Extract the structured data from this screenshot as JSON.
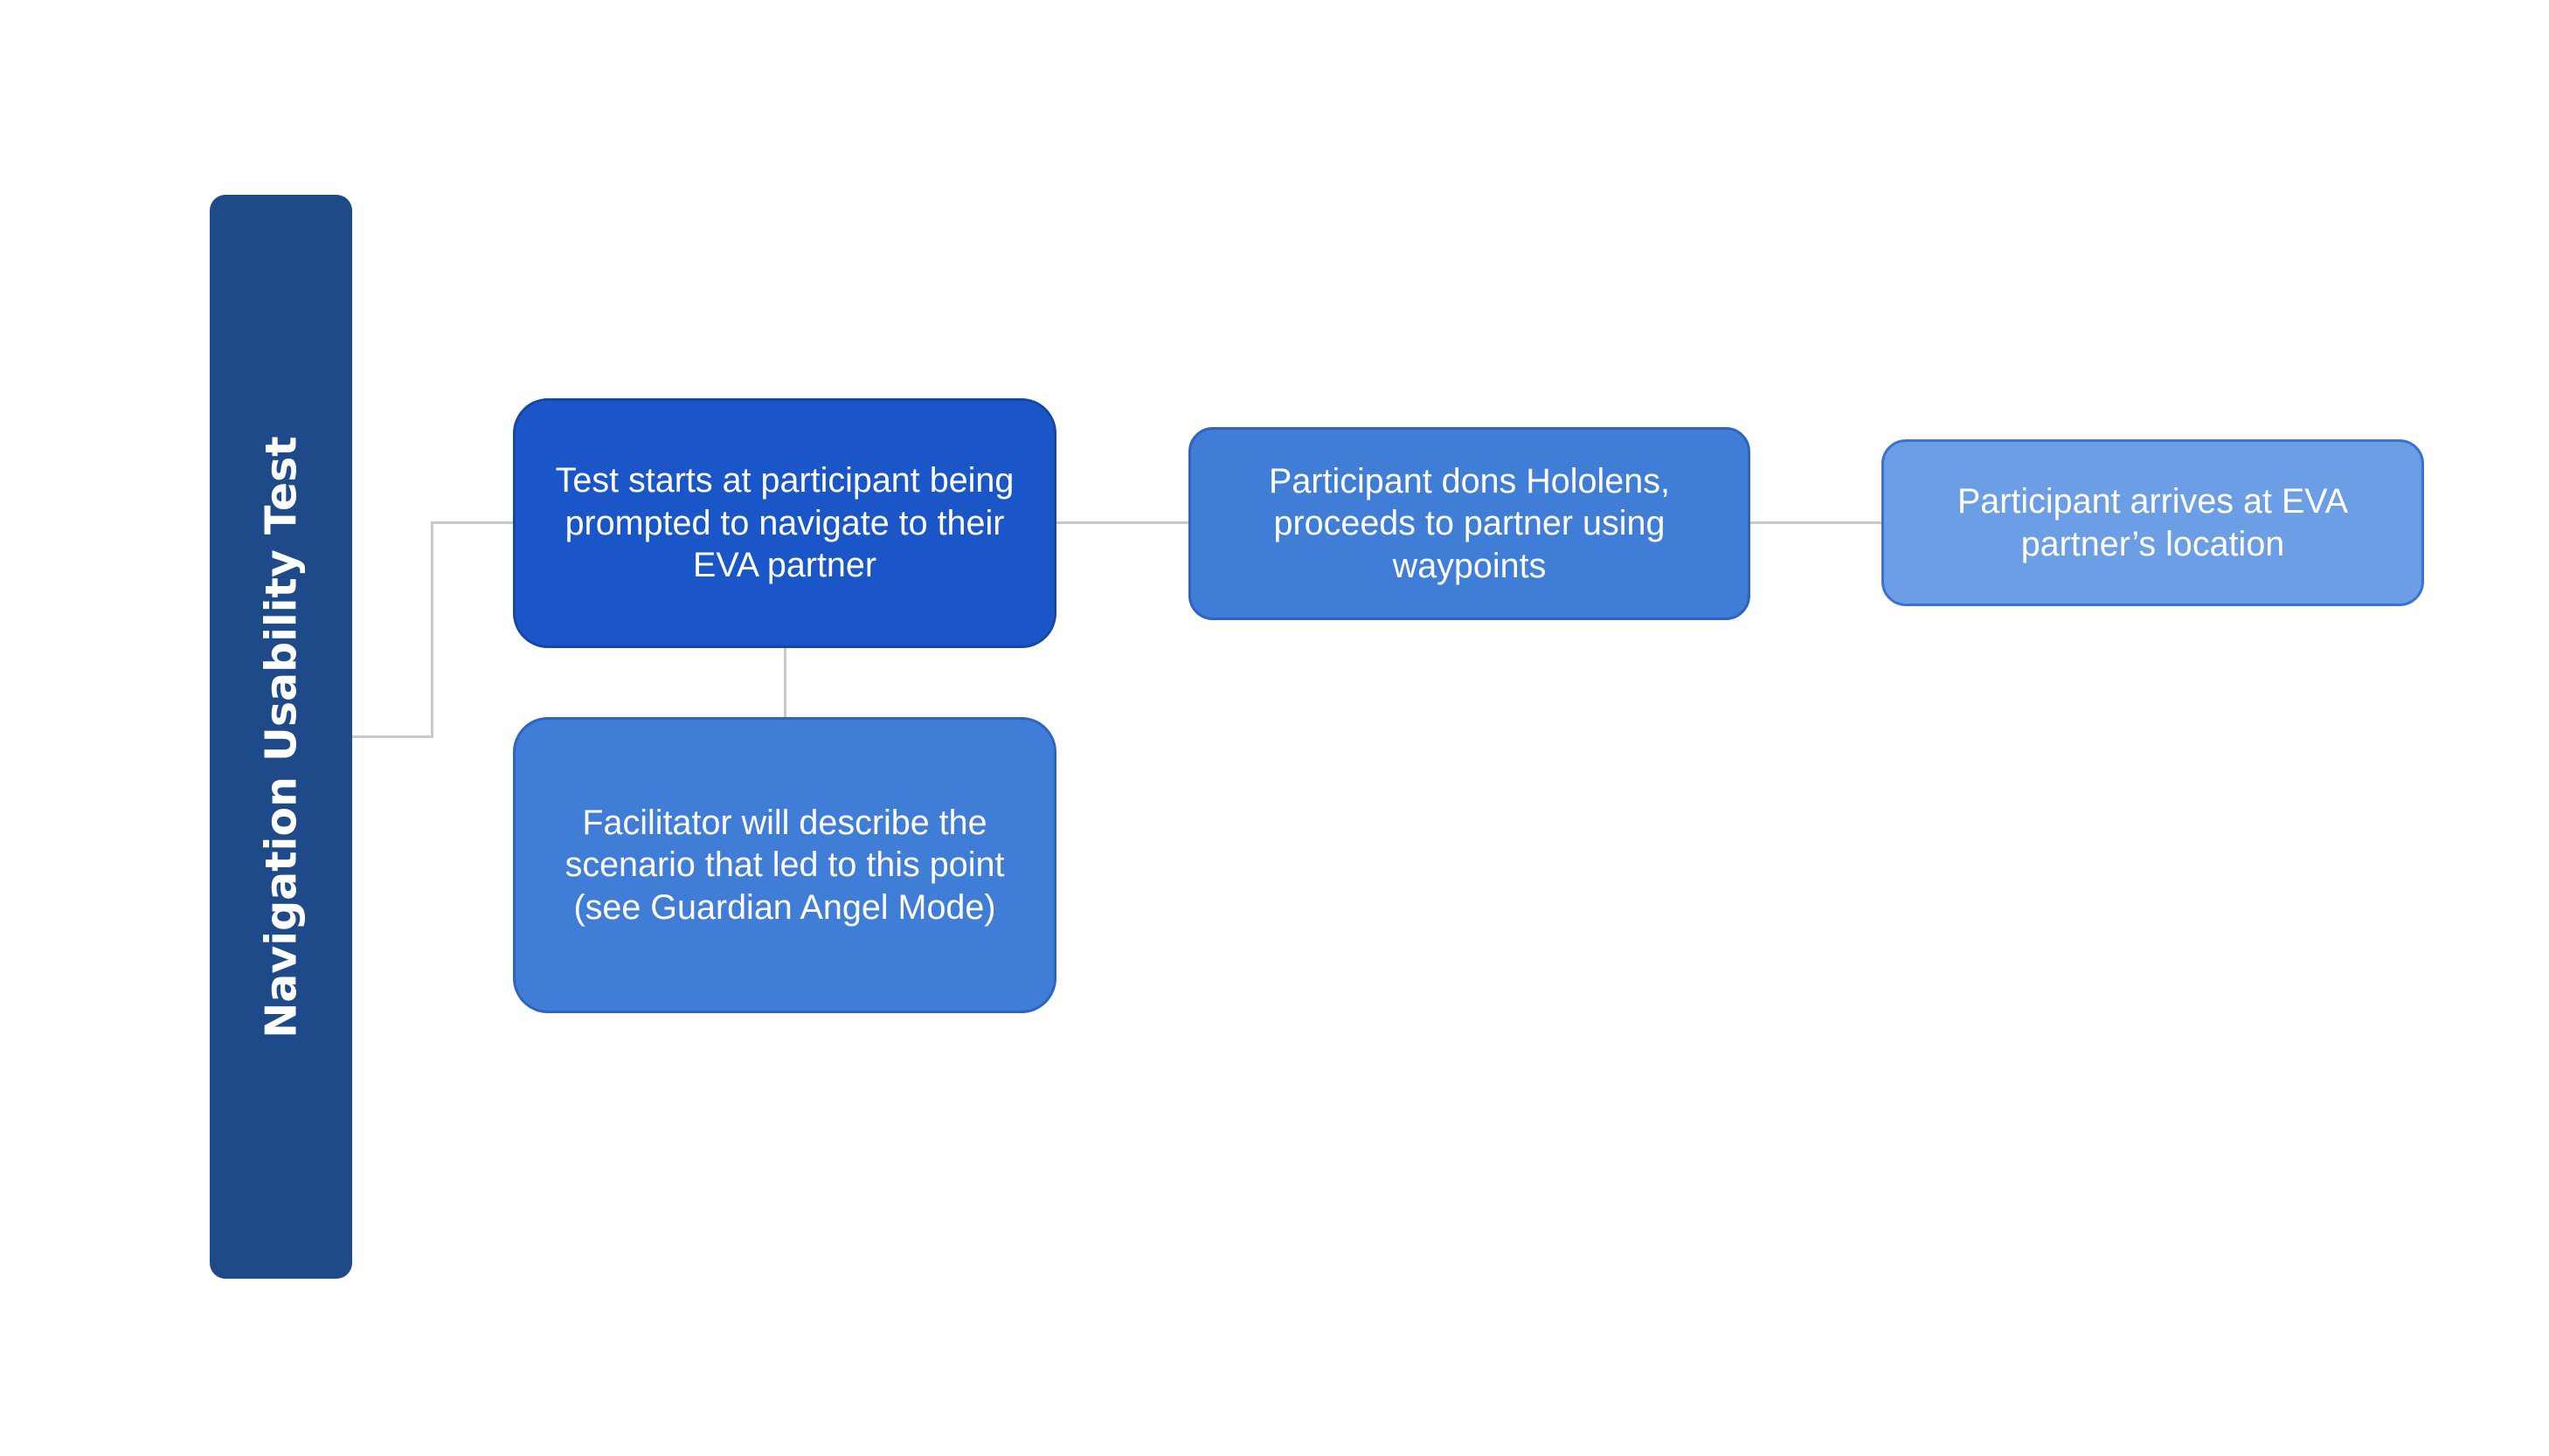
{
  "diagram": {
    "title": "Navigation Usability Test",
    "nodes": {
      "start": "Test starts at participant being prompted to navigate to their EVA partner",
      "facilitator": "Facilitator will describe the scenario that led to this point (see Guardian Angel Mode)",
      "dons": "Participant dons Hololens, proceeds to partner using waypoints",
      "arrives": "Participant arrives at EVA partner’s location"
    },
    "colors": {
      "title_bar": "#1f4a8a",
      "start_node": "#1a56c8",
      "mid_node": "#3f7dd6",
      "end_node": "#6c9ee6",
      "connector": "#c9c9c9"
    }
  }
}
